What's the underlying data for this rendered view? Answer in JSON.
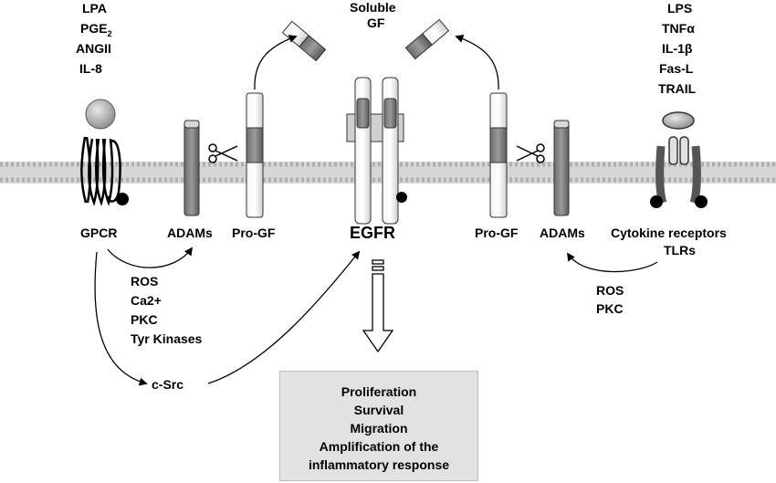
{
  "ligands_left": [
    "LPA",
    "PGE",
    "ANGII",
    "IL-8"
  ],
  "ligands_left_pge_subscript": "2",
  "ligands_right": [
    "LPS",
    "TNFα",
    "IL-1β",
    "Fas-L",
    "TRAIL"
  ],
  "soluble_gf": [
    "Soluble",
    "GF"
  ],
  "labels": {
    "gpcr": "GPCR",
    "adams_left": "ADAMs",
    "progf_left": "Pro-GF",
    "egfr": "EGFR",
    "progf_right": "Pro-GF",
    "adams_right": "ADAMs",
    "cytokine_receptors": "Cytokine receptors",
    "tlrs": "TLRs",
    "csrc": "c-Src"
  },
  "mediators_left": [
    "ROS",
    "Ca2+",
    "PKC",
    "Tyr Kinases"
  ],
  "mediators_right": [
    "ROS",
    "PKC"
  ],
  "outcomes": [
    "Proliferation",
    "Survival",
    "Migration",
    "Amplification of the",
    "inflammatory response"
  ]
}
